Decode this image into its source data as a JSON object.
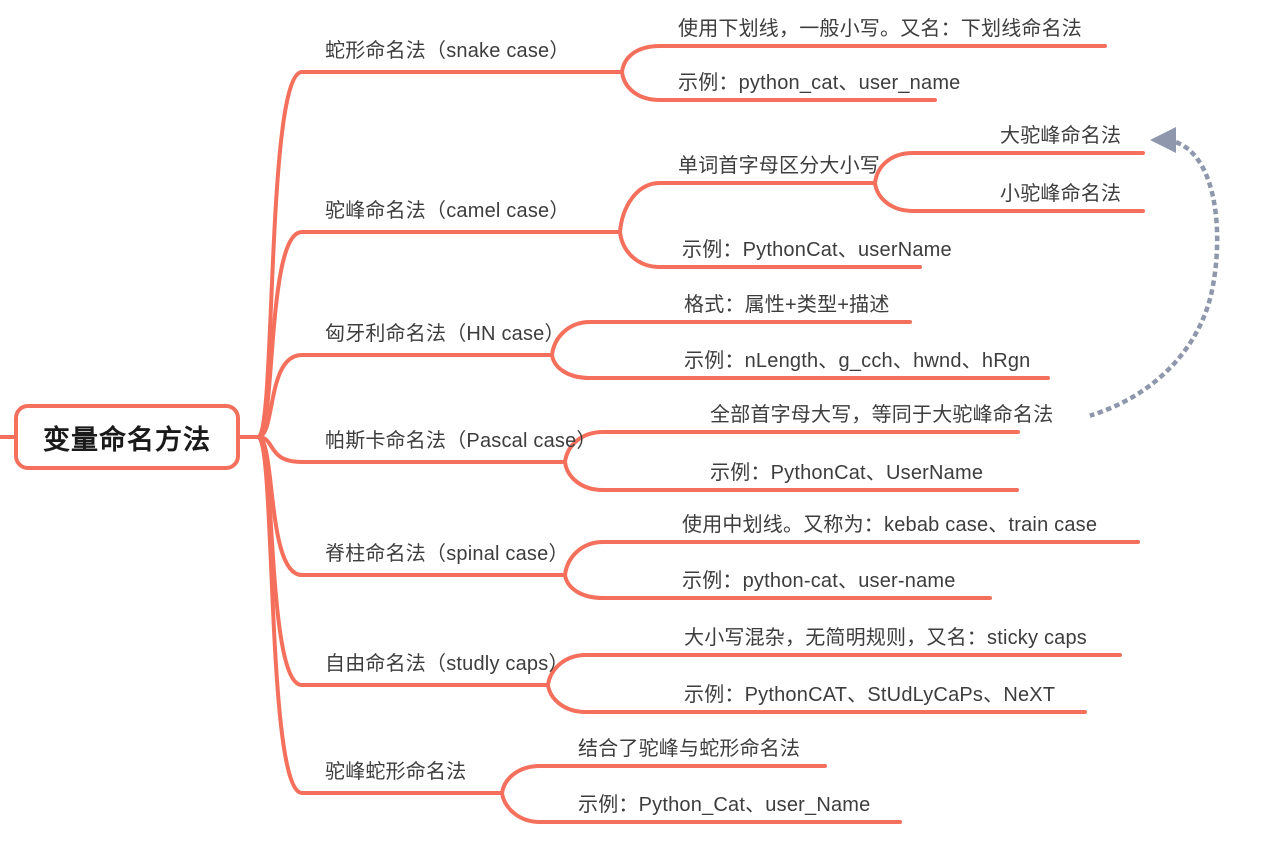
{
  "root": {
    "label": "变量命名方法"
  },
  "branches": [
    {
      "label": "蛇形命名法（snake case）",
      "children": [
        {
          "text": "使用下划线，一般小写。又名：下划线命名法"
        },
        {
          "text": "示例：python_cat、user_name"
        }
      ]
    },
    {
      "label": "驼峰命名法（camel case）",
      "children": [
        {
          "text": "单词首字母区分大小写",
          "children": [
            {
              "text": "大驼峰命名法"
            },
            {
              "text": "小驼峰命名法"
            }
          ]
        },
        {
          "text": "示例：PythonCat、userName"
        }
      ]
    },
    {
      "label": "匈牙利命名法（HN case）",
      "children": [
        {
          "text": "格式：属性+类型+描述"
        },
        {
          "text": "示例：nLength、g_cch、hwnd、hRgn"
        }
      ]
    },
    {
      "label": "帕斯卡命名法（Pascal case）",
      "children": [
        {
          "text": "全部首字母大写，等同于大驼峰命名法"
        },
        {
          "text": "示例：PythonCat、UserName"
        }
      ]
    },
    {
      "label": "脊柱命名法（spinal case）",
      "children": [
        {
          "text": "使用中划线。又称为：kebab case、train case"
        },
        {
          "text": "示例：python-cat、user-name"
        }
      ]
    },
    {
      "label": "自由命名法（studly caps）",
      "children": [
        {
          "text": "大小写混杂，无简明规则，又名：sticky caps"
        },
        {
          "text": "示例：PythonCAT、StUdLyCaPs、NeXT"
        }
      ]
    },
    {
      "label": "驼峰蛇形命名法",
      "children": [
        {
          "text": "结合了驼峰与蛇形命名法"
        },
        {
          "text": "示例：Python_Cat、user_Name"
        }
      ]
    }
  ],
  "relationship": {
    "style": "dotted-arrow",
    "from": "全部首字母大写，等同于大驼峰命名法",
    "to": "大驼峰命名法"
  },
  "colors": {
    "branch_line": "#f4705c",
    "relationship_line": "#8e97ab",
    "topic_text": "#3d3d3d",
    "root_text": "#1a1a1a",
    "background": "#ffffff"
  }
}
